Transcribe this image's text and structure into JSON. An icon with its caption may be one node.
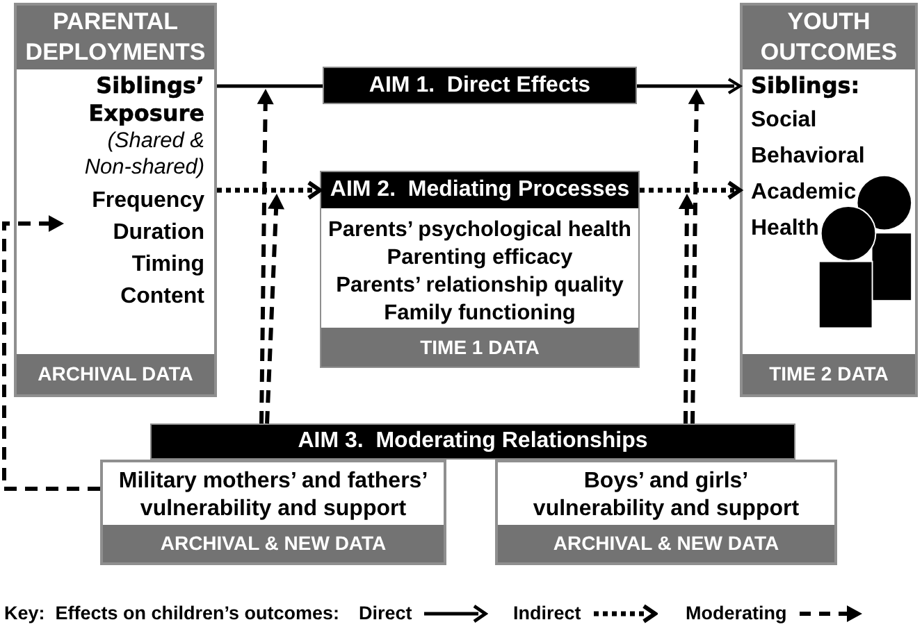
{
  "diagram": {
    "nodes": [
      {
        "text": [
          "PARENTAL DEPLOYMENTS",
          "Siblings’ Exposure",
          "(Shared & Non-shared)",
          "Frequency",
          "Duration",
          "Timing",
          "Content",
          "ARCHIVAL DATA"
        ]
      },
      {
        "text": [
          "AIM 1.  Direct Effects"
        ]
      },
      {
        "text": [
          "AIM 2.  Mediating Processes",
          "Parents’ psychological health",
          "Parenting efficacy",
          "Parents’ relationship quality",
          "Family functioning",
          "TIME 1 DATA"
        ]
      },
      {
        "text": [
          "YOUTH OUTCOMES",
          "Siblings:",
          "Social",
          "Behavioral",
          "Academic",
          "Health",
          "TIME 2 DATA"
        ]
      },
      {
        "text": [
          "AIM 3.  Moderating Relationships"
        ]
      },
      {
        "text": [
          "Military mothers’ and fathers’ vulnerability and support",
          "ARCHIVAL & NEW DATA"
        ]
      },
      {
        "text": [
          "Boys’ and girls’ vulnerability and support",
          "ARCHIVAL & NEW DATA"
        ]
      }
    ],
    "edges": [
      {
        "from": 0,
        "to": 1,
        "arrow": "none"
      },
      {
        "from": 1,
        "to": 3,
        "arrow": "to"
      },
      {
        "from": 0,
        "to": 2,
        "arrow": "to",
        "style": "dashed"
      },
      {
        "from": 2,
        "to": 3,
        "arrow": "to",
        "style": "dashed"
      },
      {
        "from": 4,
        "to": null,
        "arrow": "to",
        "style": "dashed"
      },
      {
        "from": 4,
        "to": null,
        "arrow": "to",
        "style": "dashed"
      },
      {
        "from": 4,
        "to": null,
        "arrow": "to",
        "style": "dashed"
      },
      {
        "from": 4,
        "to": null,
        "arrow": "to",
        "style": "dashed"
      },
      {
        "from": 5,
        "to": 0,
        "arrow": "to",
        "style": "dashed"
      }
    ],
    "labels": [
      "Key:  Effects on children’s outcomes:"
    ],
    "legend": [
      {
        "text": "Direct"
      },
      {
        "text": "Indirect"
      },
      {
        "text": "Moderating"
      }
    ]
  }
}
